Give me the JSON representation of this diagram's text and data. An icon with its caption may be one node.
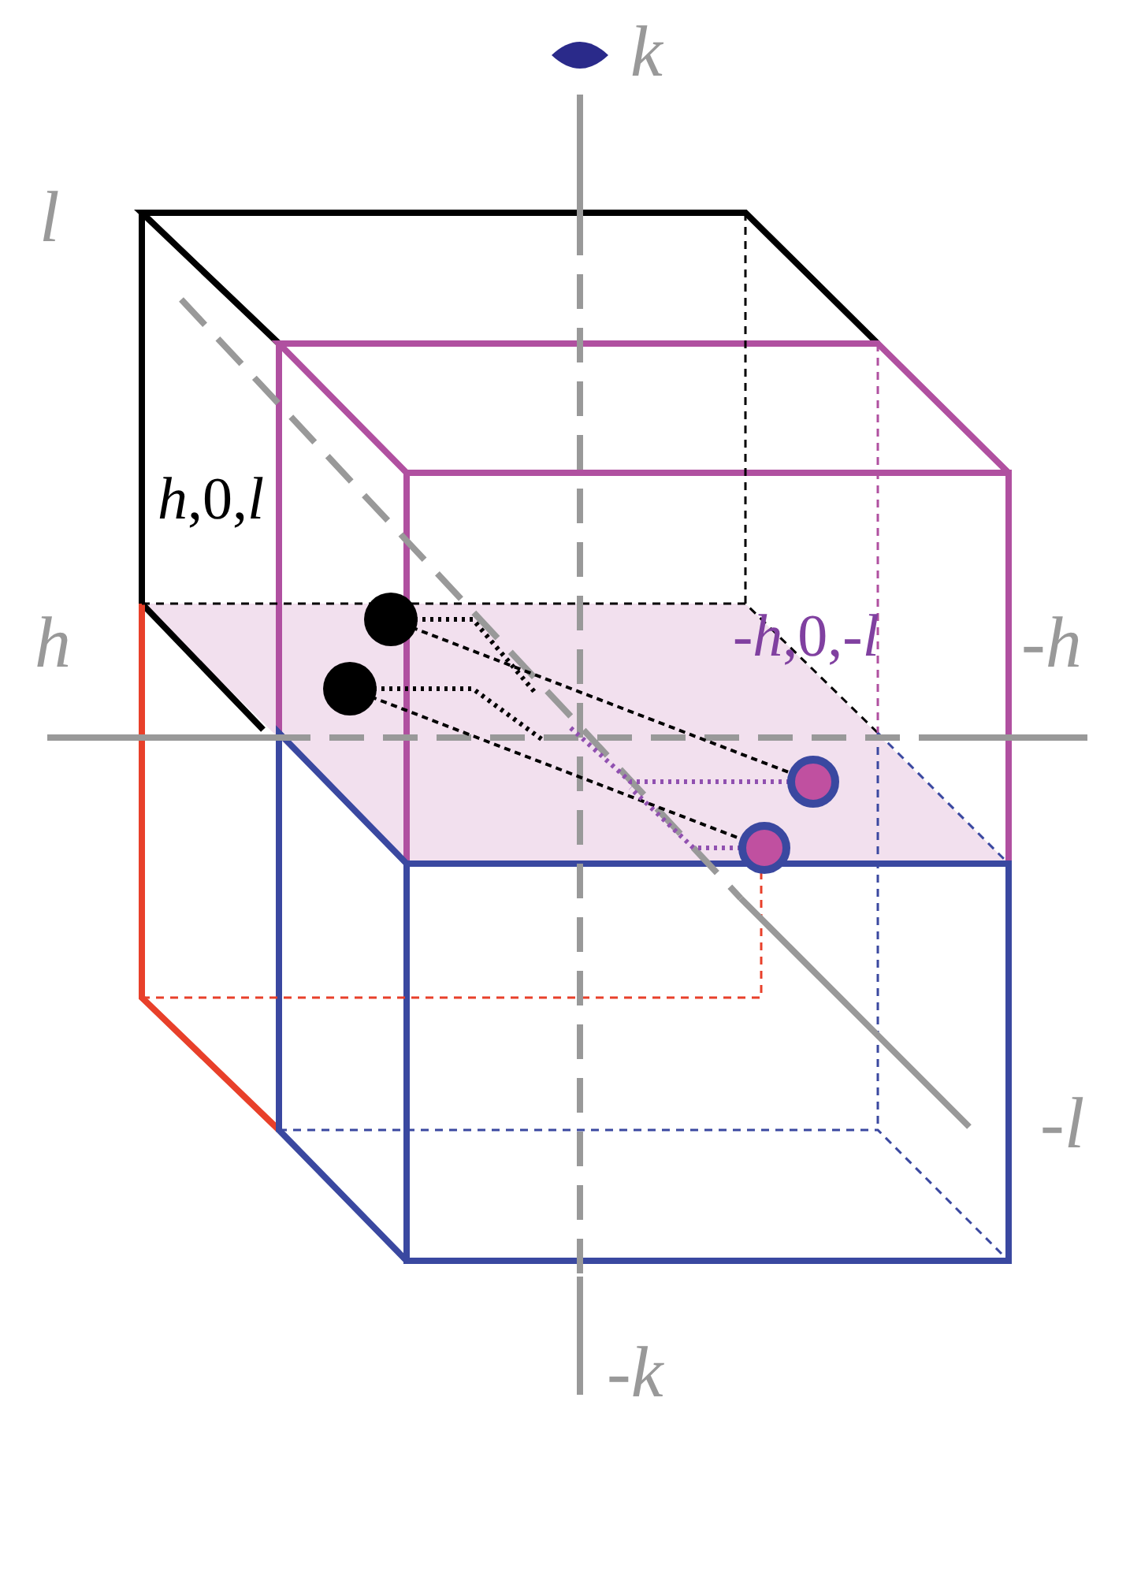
{
  "diagram": {
    "labels": [
      "k",
      "l",
      "*h*,0,*l*",
      "h",
      "-*h*,0,-*l*",
      "-h",
      "-l",
      "-k"
    ]
  }
}
